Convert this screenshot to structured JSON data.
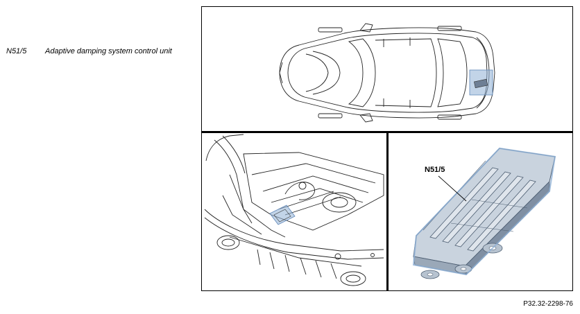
{
  "legend": {
    "items": [
      {
        "code": "N51/5",
        "description": "Adaptive damping system control unit"
      }
    ]
  },
  "figure": {
    "callout_label": "N51/5",
    "figure_number": "P32.32-2298-76",
    "highlight_color": "#8fb0d6"
  }
}
